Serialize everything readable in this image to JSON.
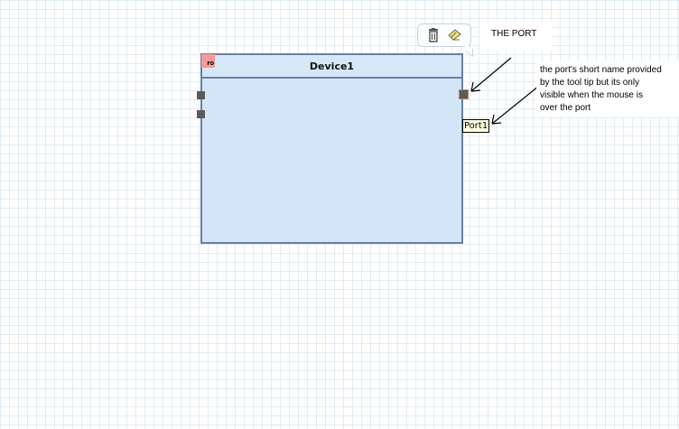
{
  "device": {
    "title": "Device1",
    "badge": "FD",
    "colors": {
      "fill": "#d3e6f7",
      "border": "#6b7fa3",
      "badge": "#f79a9a",
      "port": "#5b5b5b"
    }
  },
  "toolbar": {
    "buttons": [
      {
        "icon": "trash-icon"
      },
      {
        "icon": "eraser-icon"
      }
    ]
  },
  "tooltip": {
    "text": "Port1"
  },
  "annotations": {
    "port_label": "THE PORT",
    "tooltip_note_lines": [
      "the port's short name provided",
      "by the tool tip but its only",
      "visible when the mouse is",
      "over the port"
    ]
  }
}
